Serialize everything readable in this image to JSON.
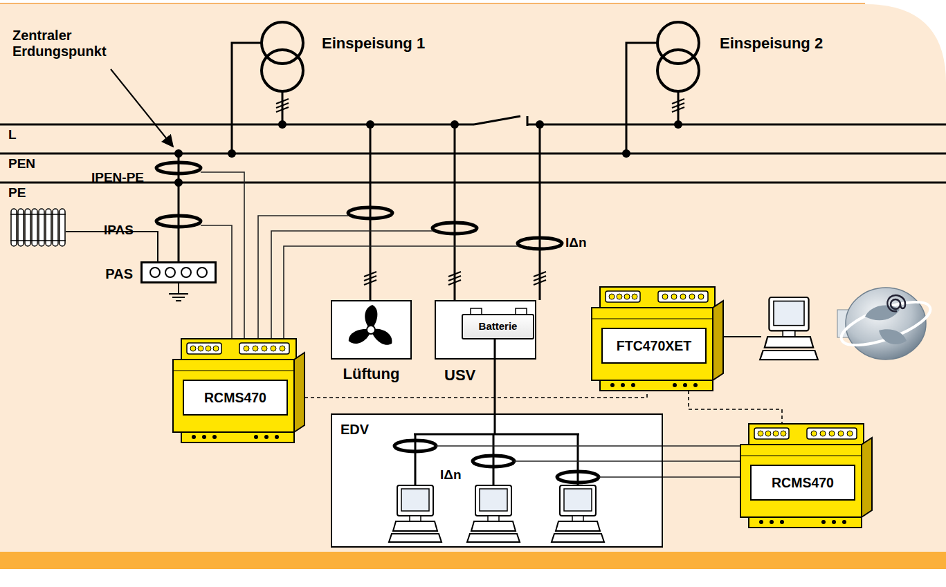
{
  "diagram": {
    "nodes": [
      {
        "text": [
          "Einspeisung 1"
        ]
      },
      {
        "text": [
          "Einspeisung 2"
        ]
      },
      {
        "text": [
          "PAS"
        ]
      },
      {
        "text": [
          "Lüftung"
        ]
      },
      {
        "text": [
          "USV"
        ]
      },
      {
        "text": [
          "Batterie"
        ],
        "in": 4
      },
      {
        "text": [
          "FTC470XET"
        ]
      },
      {
        "text": [
          "RCMS470"
        ]
      },
      {
        "text": [
          "EDV"
        ]
      },
      {
        "text": [
          "RCMS470"
        ]
      }
    ],
    "edges": [
      {
        "from": 7,
        "to": 6,
        "arrow": "none"
      },
      {
        "from": 6,
        "to": 9,
        "arrow": "none"
      },
      {
        "from": 4,
        "to": 8,
        "arrow": "none"
      }
    ],
    "labels": [
      "Zentraler Erdungspunkt",
      "L",
      "PEN",
      "PE",
      "IPEN-PE",
      "IPAS",
      "IΔn",
      "IΔn"
    ]
  }
}
